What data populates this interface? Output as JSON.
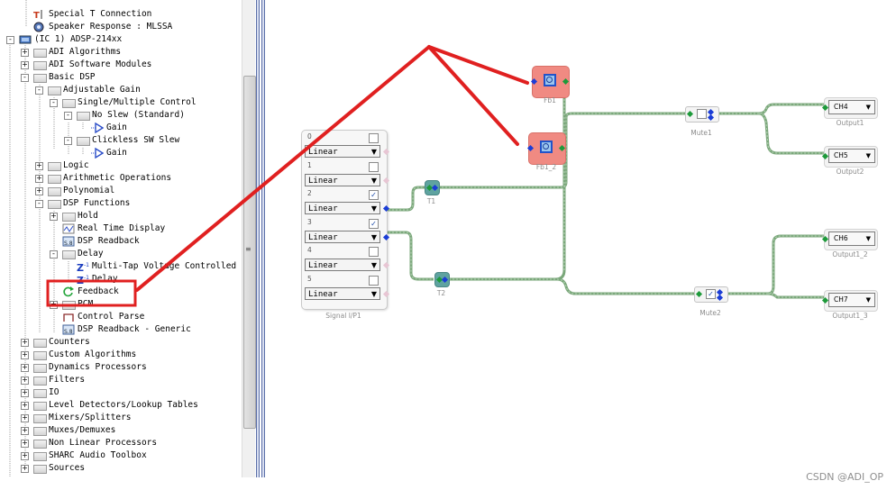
{
  "tree": {
    "items": [
      {
        "label": "Special T Connection",
        "icon": "special-t-icon"
      },
      {
        "label": "Speaker Response : MLSSA",
        "icon": "speaker-icon"
      },
      {
        "label": "(IC 1) ADSP-214xx",
        "icon": "chip-icon"
      },
      {
        "label": "ADI Algorithms",
        "icon": "folder-icon"
      },
      {
        "label": "ADI Software Modules",
        "icon": "folder-icon"
      },
      {
        "label": "Basic DSP",
        "icon": "folder-icon"
      },
      {
        "label": "Adjustable Gain",
        "icon": "folder-icon"
      },
      {
        "label": "Single/Multiple Control",
        "icon": "folder-icon"
      },
      {
        "label": "No Slew (Standard)",
        "icon": "folder-icon"
      },
      {
        "label": "Gain",
        "icon": "gain-icon"
      },
      {
        "label": "Clickless SW Slew",
        "icon": "folder-icon"
      },
      {
        "label": "Gain",
        "icon": "gain-icon"
      },
      {
        "label": "Logic",
        "icon": "folder-icon"
      },
      {
        "label": "Arithmetic Operations",
        "icon": "folder-icon"
      },
      {
        "label": "Polynomial",
        "icon": "folder-icon"
      },
      {
        "label": "DSP Functions",
        "icon": "folder-icon"
      },
      {
        "label": "Hold",
        "icon": "folder-icon"
      },
      {
        "label": "Real Time Display",
        "icon": "scope-icon"
      },
      {
        "label": "DSP Readback",
        "icon": "readback-icon"
      },
      {
        "label": "Delay",
        "icon": "folder-icon"
      },
      {
        "label": "Multi-Tap Voltage Controlled De",
        "icon": "delay-icon"
      },
      {
        "label": "Delay",
        "icon": "delay-icon"
      },
      {
        "label": "Feedback",
        "icon": "feedback-icon"
      },
      {
        "label": "PCM",
        "icon": "folder-icon"
      },
      {
        "label": "Control Parse",
        "icon": "control-parse-icon"
      },
      {
        "label": "DSP Readback - Generic",
        "icon": "readback-icon"
      },
      {
        "label": "Counters",
        "icon": "folder-icon"
      },
      {
        "label": "Custom Algorithms",
        "icon": "folder-icon"
      },
      {
        "label": "Dynamics Processors",
        "icon": "folder-icon"
      },
      {
        "label": "Filters",
        "icon": "folder-icon"
      },
      {
        "label": "IO",
        "icon": "folder-icon"
      },
      {
        "label": "Level Detectors/Lookup Tables",
        "icon": "folder-icon"
      },
      {
        "label": "Mixers/Splitters",
        "icon": "folder-icon"
      },
      {
        "label": "Muxes/Demuxes",
        "icon": "folder-icon"
      },
      {
        "label": "Non Linear Processors",
        "icon": "folder-icon"
      },
      {
        "label": "SHARC Audio Toolbox",
        "icon": "folder-icon"
      },
      {
        "label": "Sources",
        "icon": "folder-icon"
      }
    ],
    "scroll_grip": "≡"
  },
  "canvas": {
    "signal_block": {
      "caption": "Signal I/P1",
      "rows": [
        {
          "index": "0",
          "mode": "Linear",
          "checked": false
        },
        {
          "index": "1",
          "mode": "Linear",
          "checked": false
        },
        {
          "index": "2",
          "mode": "Linear",
          "checked": true
        },
        {
          "index": "3",
          "mode": "Linear",
          "checked": true
        },
        {
          "index": "4",
          "mode": "Linear",
          "checked": false
        },
        {
          "index": "5",
          "mode": "Linear",
          "checked": false
        }
      ]
    },
    "feedback_blocks": [
      {
        "caption": "Fb1"
      },
      {
        "caption": "Fb1_2"
      }
    ],
    "t_blocks": [
      {
        "caption": "T1"
      },
      {
        "caption": "T2"
      }
    ],
    "mute_blocks": [
      {
        "caption": "Mute1",
        "checked": false
      },
      {
        "caption": "Mute2",
        "checked": true
      }
    ],
    "outputs": [
      {
        "channel": "CH4",
        "caption": "Output1"
      },
      {
        "channel": "CH5",
        "caption": "Output2"
      },
      {
        "channel": "CH6",
        "caption": "Output1_2"
      },
      {
        "channel": "CH7",
        "caption": "Output1_3"
      }
    ],
    "dropdown_arrow": "▼",
    "check_mark": "✓"
  },
  "watermark": "CSDN @ADI_OP",
  "colors": {
    "annotation_red": "#e02020",
    "wire_green": "#7aa77a",
    "pin_green": "#1d9a3a",
    "pin_blue": "#1b3dd6",
    "feedback_block": "#f08a82"
  }
}
